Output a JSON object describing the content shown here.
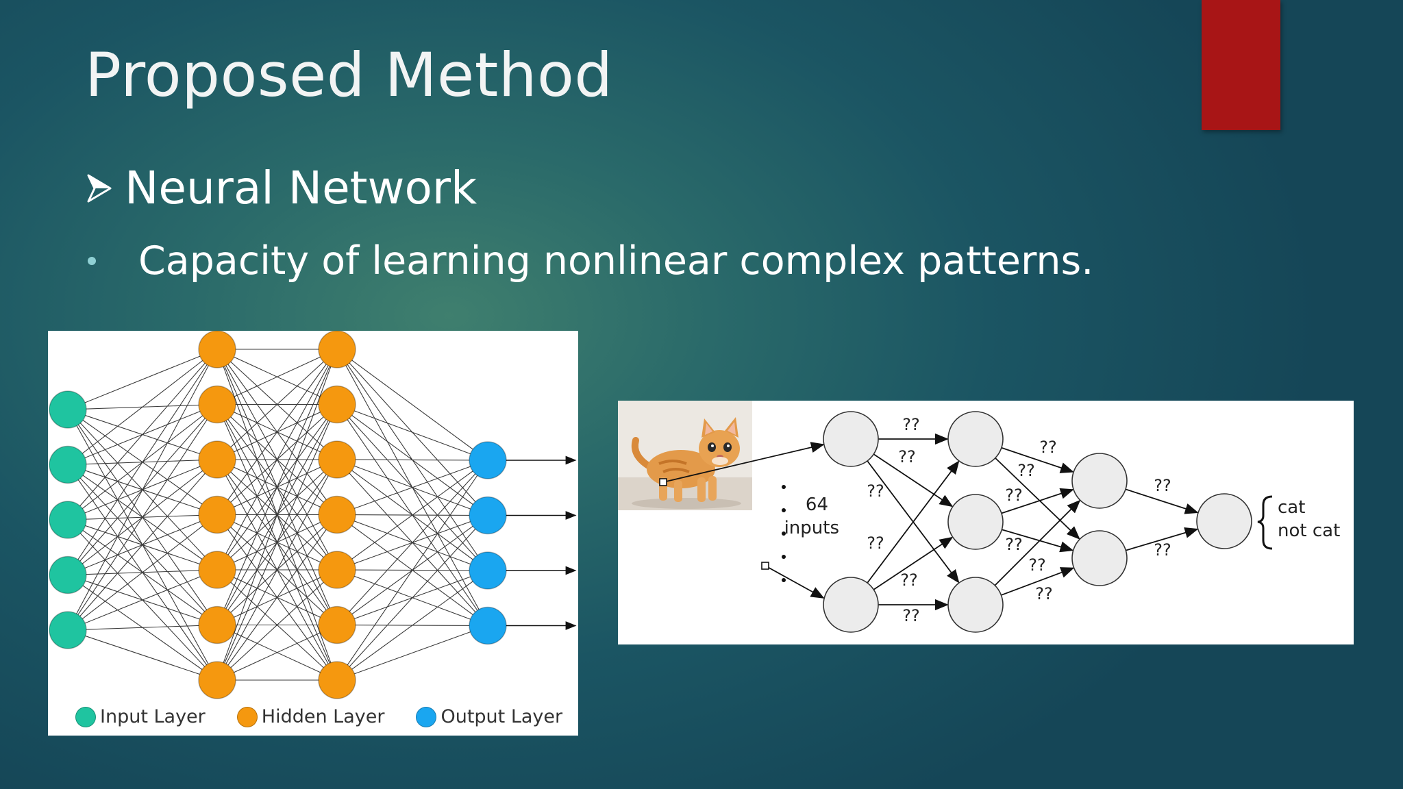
{
  "slide": {
    "title": "Proposed Method",
    "subheading": "Neural Network",
    "bullet": "Capacity of learning nonlinear complex patterns.",
    "accent_color": "#a81516"
  },
  "figure_left": {
    "layers": [
      {
        "name": "Input Layer",
        "nodes": 5,
        "color": "#1fc4a0"
      },
      {
        "name": "Hidden Layer",
        "nodes": 7,
        "color": "#f5980f"
      },
      {
        "name": "Hidden Layer",
        "nodes": 7,
        "color": "#f5980f"
      },
      {
        "name": "Output Layer",
        "nodes": 4,
        "color": "#1aa6f0"
      }
    ],
    "legend": [
      {
        "label": "Input Layer",
        "color": "#1fc4a0"
      },
      {
        "label": "Hidden Layer",
        "color": "#f5980f"
      },
      {
        "label": "Output Layer",
        "color": "#1aa6f0"
      }
    ]
  },
  "figure_right": {
    "input_count": "64",
    "input_word": "inputs",
    "unknown_weight": "??",
    "output_labels": [
      "cat",
      "not cat"
    ],
    "image": "kitten-photo"
  }
}
